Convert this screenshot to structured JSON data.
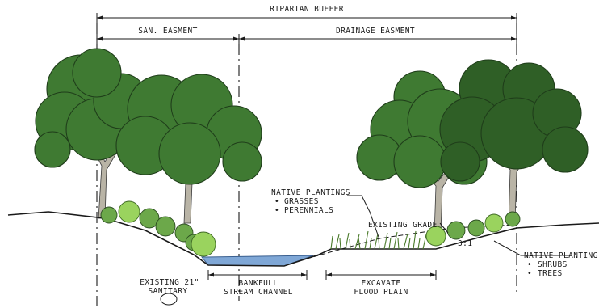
{
  "labels": {
    "riparian_buffer": "RIPARIAN BUFFER",
    "san_easment": "SAN. EASMENT",
    "drainage_easment": "DRAINAGE EASMENT",
    "native_plantings_title": "NATIVE PLANTINGS",
    "native_plantings_grasses": "GRASSES",
    "native_plantings_perennials": "PERENNIALS",
    "existing_grade": "EXISTING GRADE",
    "slope": "3:1",
    "native_planting_title": "NATIVE PLANTING",
    "native_planting_shrubs": "SHRUBS",
    "native_planting_trees": "TREES",
    "existing_sanitary_line1": "EXISTING 21\"",
    "existing_sanitary_line2": "SANITARY",
    "bankfull_line1": "BANKFULL",
    "bankfull_line2": "STREAM CHANNEL",
    "excavate_line1": "EXCAVATE",
    "excavate_line2": "FLOOD PLAIN",
    "bullet": "•"
  },
  "colors": {
    "canopy": "#3f7a32",
    "shrub": "#6ca84a",
    "shrub_light": "#9ad35e",
    "water": "#7fa7d6",
    "line": "#1a1a1a"
  }
}
